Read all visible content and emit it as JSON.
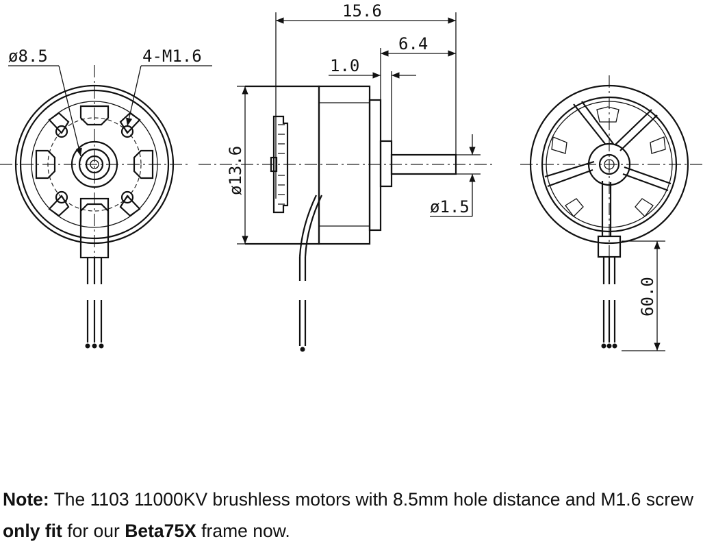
{
  "dimensions": {
    "hole_distance": "ø8.5",
    "screw_spec": "4-M1.6",
    "overall_length": "15.6",
    "shaft_length": "6.4",
    "flange_thickness": "1.0",
    "body_diameter": "ø13.6",
    "shaft_diameter": "ø1.5",
    "wire_length": "60.0"
  },
  "note": {
    "label": "Note:",
    "text_1": " The 1103 11000KV brushless motors with 8.5mm hole distance and M1.6 screw ",
    "emphasis_1": "only fit",
    "text_2": " for our ",
    "emphasis_2": "Beta75X",
    "text_3": " frame now."
  }
}
